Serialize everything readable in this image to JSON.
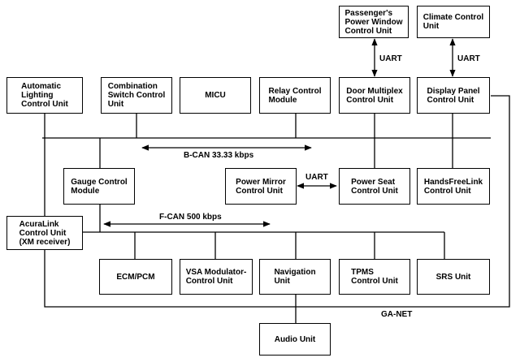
{
  "units": {
    "passenger_window": "Passenger's\nPower Window\nControl Unit",
    "climate_control": "Climate Control\nUnit",
    "automatic_lighting": "Automatic\nLighting\nControl Unit",
    "combination_switch": "Combination\nSwitch Control\nUnit",
    "micu": "MICU",
    "relay_control": "Relay Control\nModule",
    "door_multiplex": "Door Multiplex\nControl Unit",
    "display_panel": "Display Panel\nControl Unit",
    "gauge_control": "Gauge Control\nModule",
    "power_mirror": "Power Mirror\nControl Unit",
    "power_seat": "Power Seat\nControl Unit",
    "handsfreelink": "HandsFreeLink\nControl Unit",
    "acuralink": "AcuraLink\nControl Unit\n(XM receiver)",
    "ecm_pcm": "ECM/PCM",
    "vsa_modulator": "VSA Modulator-\nControl Unit",
    "navigation": "Navigation\nUnit",
    "tpms": "TPMS\nControl Unit",
    "srs": "SRS Unit",
    "audio": "Audio Unit"
  },
  "labels": {
    "uart_1": "UART",
    "uart_2": "UART",
    "uart_3": "UART",
    "b_can": "B-CAN 33.33 kbps",
    "f_can": "F-CAN 500 kbps",
    "ga_net": "GA-NET"
  }
}
